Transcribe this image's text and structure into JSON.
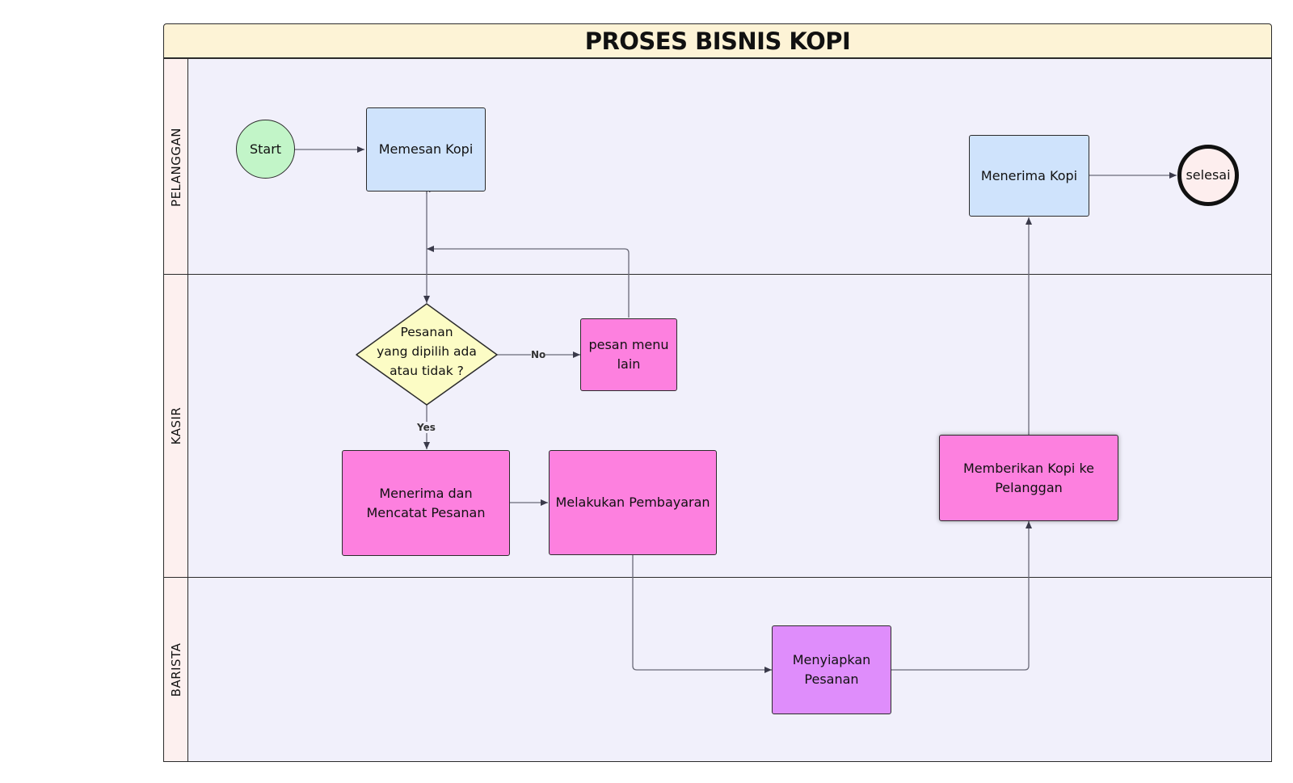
{
  "title": "PROSES BISNIS KOPI",
  "lanes": [
    "PELANGGAN",
    "KASIR",
    "BARISTA"
  ],
  "nodes": {
    "start": "Start",
    "memesan_kopi": "Memesan Kopi",
    "menerima_kopi": "Menerima Kopi",
    "selesai": "selesai",
    "decision_line1": "Pesanan",
    "decision_line2": "yang dipilih ada",
    "decision_line3": "atau tidak ?",
    "pesan_menu_lain": "pesan menu lain",
    "menerima_mencatat": "Menerima dan Mencatat Pesanan",
    "melakukan_pembayaran": "Melakukan Pembayaran",
    "memberikan_kopi": "Memberikan Kopi ke Pelanggan",
    "menyiapkan_pesanan": "Menyiapkan Pesanan"
  },
  "edge_labels": {
    "no": "No",
    "yes": "Yes"
  },
  "colors": {
    "title_bg": "#fdf3d6",
    "lane_bg": "#f1f0fb",
    "lane_head_bg": "#fdf0ef",
    "start": "#c2f5c8",
    "end": "#fdeeee",
    "blue": "#cfe3fc",
    "pink": "#fd80df",
    "purple": "#df8dfb",
    "decision": "#fcfcc5"
  }
}
